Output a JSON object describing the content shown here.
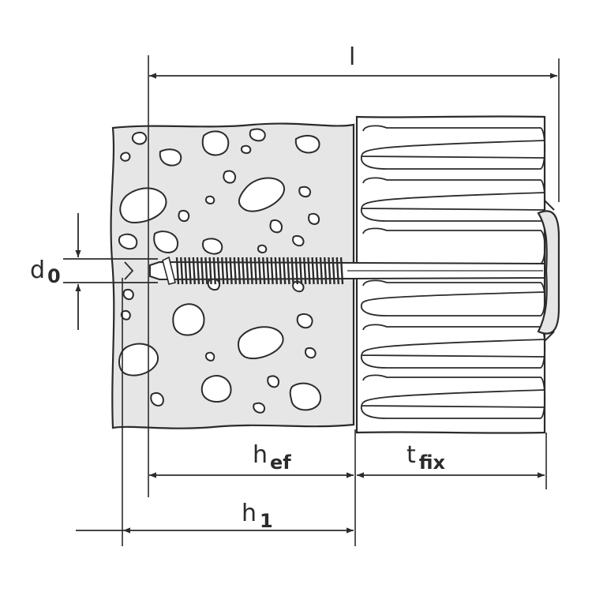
{
  "labels": {
    "l": "l",
    "d0_main": "d",
    "d0_sub": "0",
    "hef_main": "h",
    "hef_sub": "ef",
    "tfix_main": "t",
    "tfix_sub": "fix",
    "h1_main": "h",
    "h1_sub": "1"
  },
  "colors": {
    "line": "#2b2b2b",
    "fill": "#e6e6e6",
    "background": "#ffffff"
  }
}
